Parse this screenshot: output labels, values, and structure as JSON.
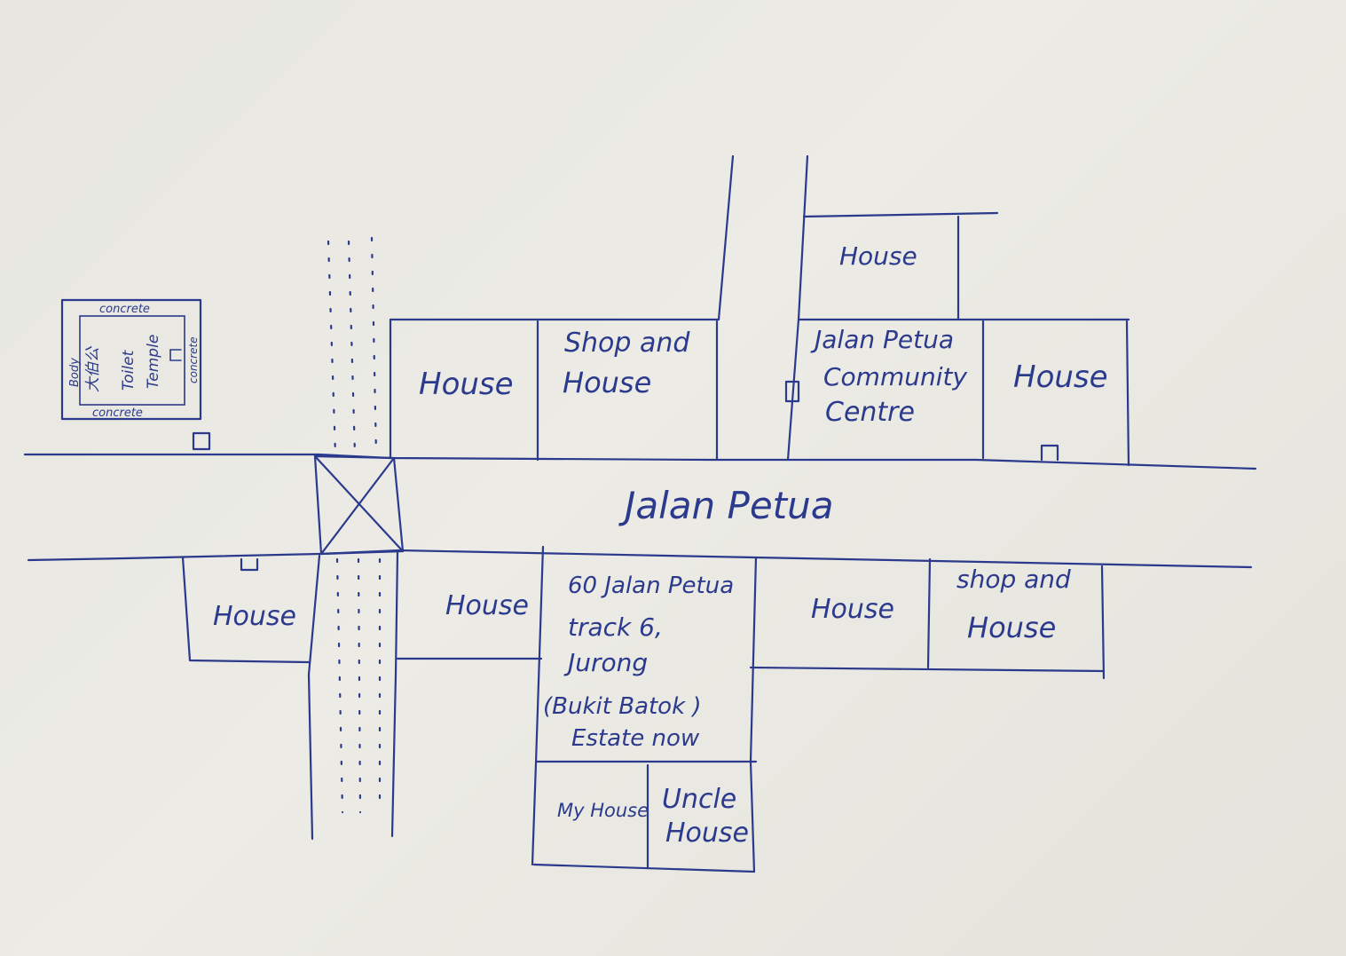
{
  "labels": {
    "temple_concrete_top": "concrete",
    "temple_concrete_bottom": "concrete",
    "temple_concrete_right": "concrete",
    "temple_body": "Body",
    "temple_chinese": "大伯公",
    "temple_toilet": "Toilet",
    "temple_temple": "Temple",
    "house_north_1": "House",
    "shop_house_north_1": "Shop and",
    "shop_house_north_2": "House",
    "house_top": "House",
    "community_centre_1": "Jalan Petua",
    "community_centre_2": "Community",
    "community_centre_3": "Centre",
    "house_north_2": "House",
    "road_name": "Jalan Petua",
    "house_south_1": "House",
    "house_south_2": "House",
    "address_1": "60 Jalan Petua",
    "address_2": "track 6,",
    "address_3": "Jurong",
    "address_4": "(Bukit Batok )",
    "address_5": "Estate now",
    "house_south_3": "House",
    "shop_house_south_1": "shop and",
    "shop_house_south_2": "House",
    "my_house": "My House",
    "uncle_house_1": "Uncle",
    "uncle_house_2": "House"
  },
  "colors": {
    "ink": "#2b3a8c",
    "paper": "#e9e8e2"
  }
}
